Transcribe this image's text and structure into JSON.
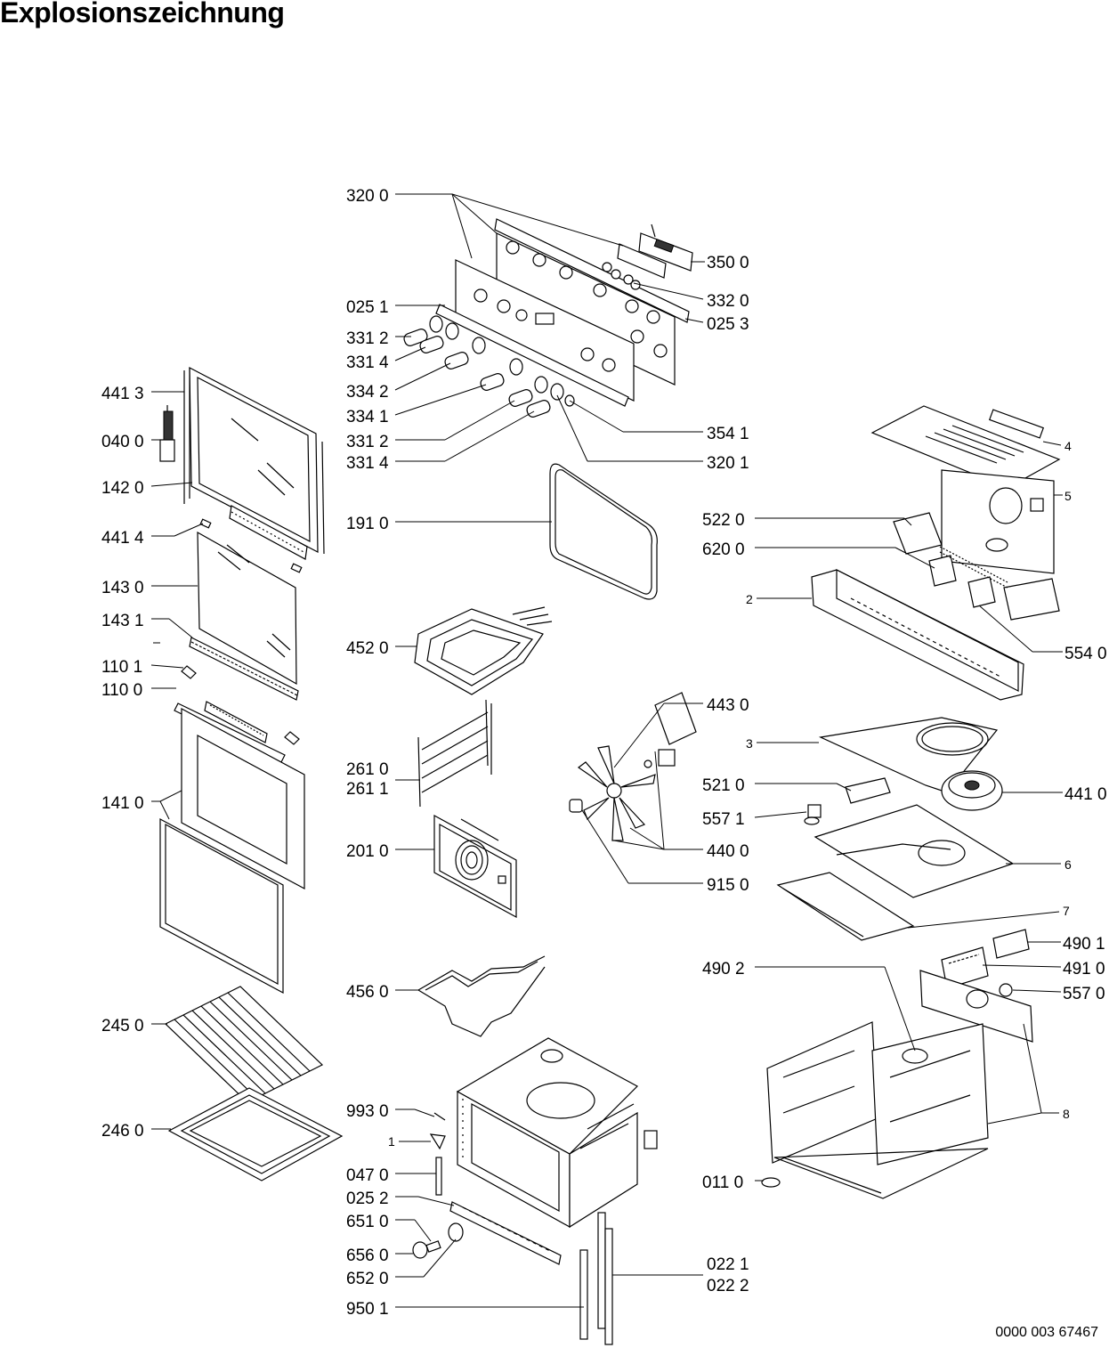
{
  "title": "Explosionszeichnung",
  "document_number": "0000 003 67467",
  "callouts": {
    "c3200": "320 0",
    "c3500": "350 0",
    "c3320": "332 0",
    "c0251": "025 1",
    "c0253": "025 3",
    "c3312a": "331 2",
    "c3314a": "331 4",
    "c3342": "334 2",
    "c3341": "334 1",
    "c3312b": "331 2",
    "c3314b": "331 4",
    "c3541": "354 1",
    "c3201": "320 1",
    "c4413": "441 3",
    "c0400": "040 0",
    "c1420": "142 0",
    "c4414": "441 4",
    "c1430": "143 0",
    "c1431": "143 1",
    "c1101": "110 1",
    "c1100": "110 0",
    "c1410": "141 0",
    "c2450": "245 0",
    "c2460": "246 0",
    "c1910": "191 0",
    "c4520": "452 0",
    "c2610": "261 0",
    "c2611": "261 1",
    "c2010": "201 0",
    "c4560": "456 0",
    "c9930": "993 0",
    "c1": "1",
    "c0470": "047 0",
    "c0252": "025 2",
    "c6510": "651 0",
    "c6560": "656 0",
    "c6520": "652 0",
    "c9501": "950 1",
    "c0221": "022 1",
    "c0222": "022 2",
    "c4": "4",
    "c5": "5",
    "c5220": "522 0",
    "c6200": "620 0",
    "c2": "2",
    "c5540": "554 0",
    "c4430": "443 0",
    "c3": "3",
    "c5210": "521 0",
    "c4410": "441 0",
    "c5571": "557 1",
    "c4400": "440 0",
    "c9150": "915 0",
    "c6": "6",
    "c7": "7",
    "c4901": "490 1",
    "c4902": "490 2",
    "c4910": "491 0",
    "c5570": "557 0",
    "c8": "8",
    "c0110": "011 0"
  }
}
